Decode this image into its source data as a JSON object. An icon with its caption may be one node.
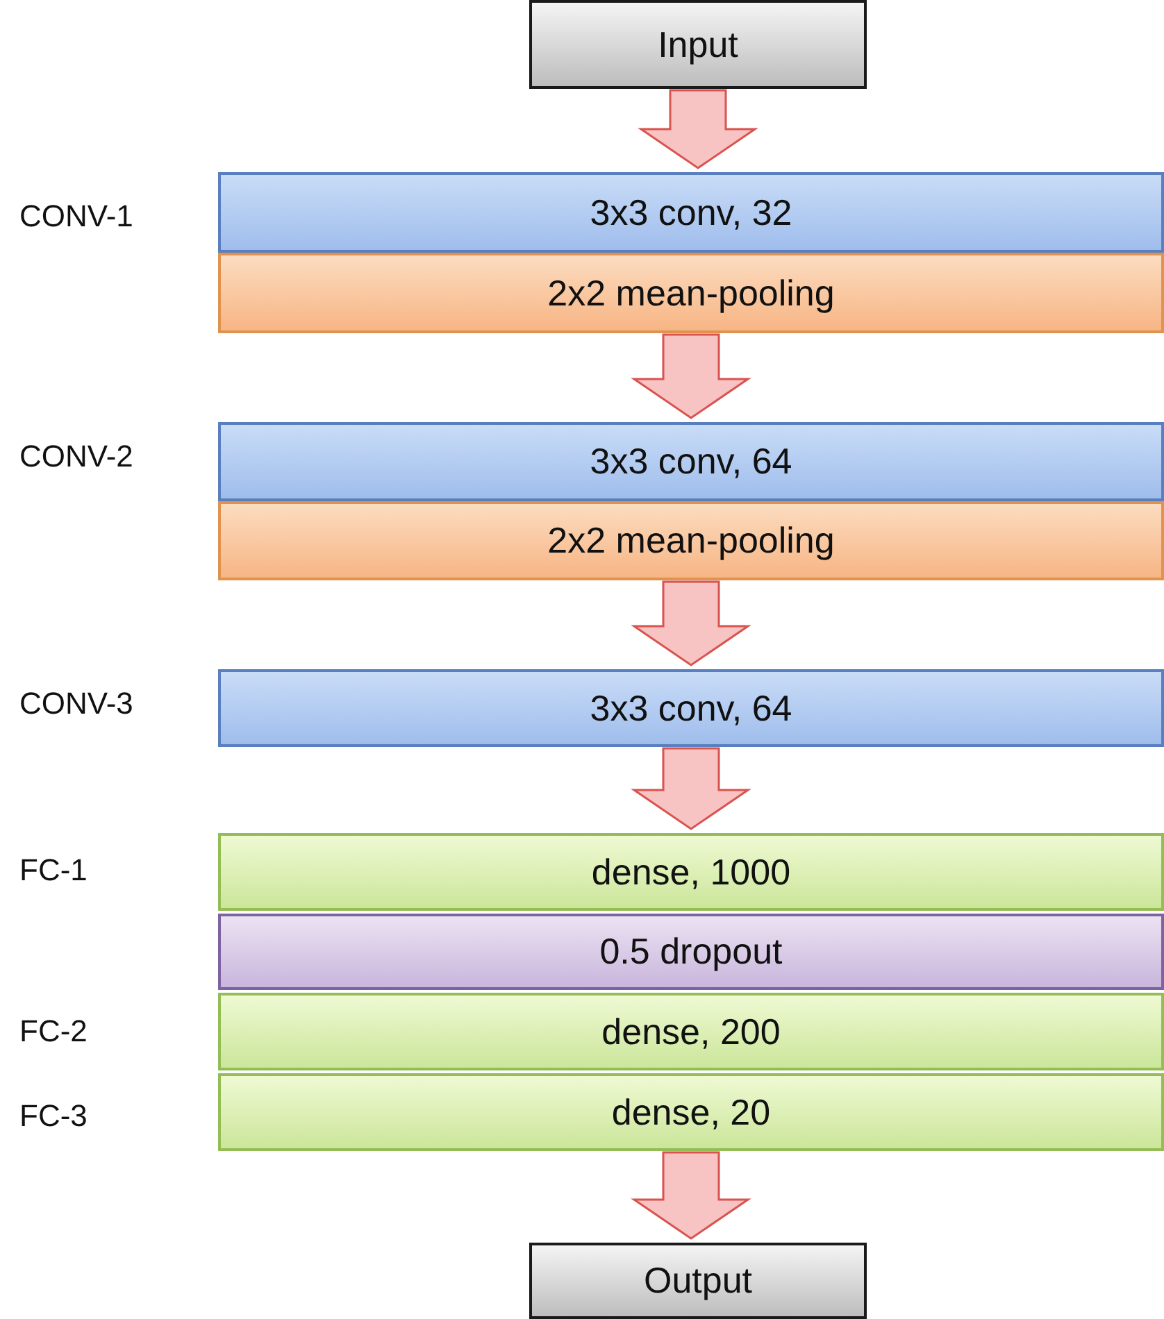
{
  "diagram": {
    "nodes": [
      {
        "text": [
          "Input"
        ]
      },
      {
        "text": [
          "3x3 conv, 32"
        ],
        "beside": [
          "CONV-1"
        ]
      },
      {
        "text": [
          "2x2 mean-pooling"
        ]
      },
      {
        "text": [
          "3x3 conv, 64"
        ],
        "beside": [
          "CONV-2"
        ]
      },
      {
        "text": [
          "2x2 mean-pooling"
        ]
      },
      {
        "text": [
          "3x3 conv, 64"
        ],
        "beside": [
          "CONV-3"
        ]
      },
      {
        "text": [
          "dense, 1000"
        ]
      },
      {
        "text": [
          "0.5 dropout"
        ]
      },
      {
        "text": [
          "dense, 200"
        ]
      },
      {
        "text": [
          "dense, 20"
        ]
      },
      {
        "text": [
          "Output"
        ]
      }
    ],
    "edges": [
      {
        "from": 0,
        "to": 1,
        "arrow": "to"
      },
      {
        "from": 2,
        "to": 3,
        "arrow": "to"
      },
      {
        "from": 4,
        "to": 5,
        "arrow": "to"
      },
      {
        "from": 5,
        "to": 6,
        "arrow": "to"
      },
      {
        "from": 9,
        "to": 10,
        "arrow": "to"
      }
    ],
    "labels": [
      "FC-1",
      "FC-2",
      "FC-3"
    ]
  }
}
